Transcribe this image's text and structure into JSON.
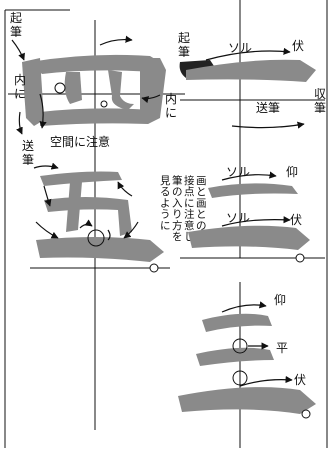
{
  "panel_sikaku": {
    "labels": {
      "kihitsu": "起\n筆",
      "uchini_left": "内\nに",
      "sohitsu_left": "送\n筆",
      "uchini_right": "内\nに",
      "kuukan": "空間に注意"
    }
  },
  "panel_ichi": {
    "labels": {
      "kihitsu": "起\n筆",
      "soru": "ソル",
      "fuku": "伏",
      "sohitsu": "送筆",
      "shuhitsu": "収\n筆"
    }
  },
  "panel_go": {
    "note_columns": [
      "画と画との",
      "接点に注意し",
      "筆の入り方を",
      "見るように"
    ]
  },
  "panel_ni": {
    "labels": {
      "soru_top": "ソル",
      "gyou": "仰",
      "soru_bottom": "ソル",
      "fuku": "伏"
    }
  },
  "panel_san": {
    "labels": {
      "gyou": "仰",
      "hei": "平",
      "fuku": "伏"
    }
  }
}
